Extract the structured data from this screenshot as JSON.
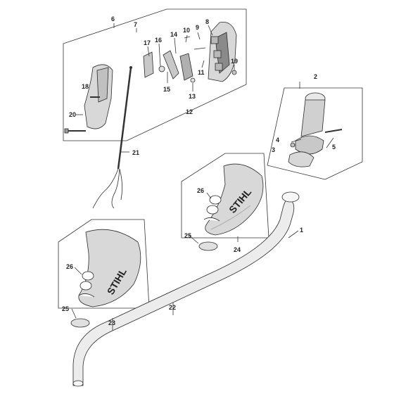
{
  "colors": {
    "part_fill": "#d8d8d8",
    "part_dark": "#8a8a8a",
    "line": "#333333",
    "background": "#ffffff"
  },
  "callouts": {
    "c1": "1",
    "c2": "2",
    "c3": "3",
    "c4": "4",
    "c5": "5",
    "c6": "6",
    "c7": "7",
    "c8": "8",
    "c9": "9",
    "c10": "10",
    "c11": "11",
    "c12": "12",
    "c13": "13",
    "c14": "14",
    "c15": "15",
    "c16": "16",
    "c17": "17",
    "c18": "18",
    "c19": "19",
    "c20": "20",
    "c21": "21",
    "c22": "22",
    "c23": "23",
    "c24": "24",
    "c25a": "25",
    "c25b": "25",
    "c26a": "26",
    "c26b": "26"
  },
  "brand": {
    "logo_text": "STIHL"
  }
}
